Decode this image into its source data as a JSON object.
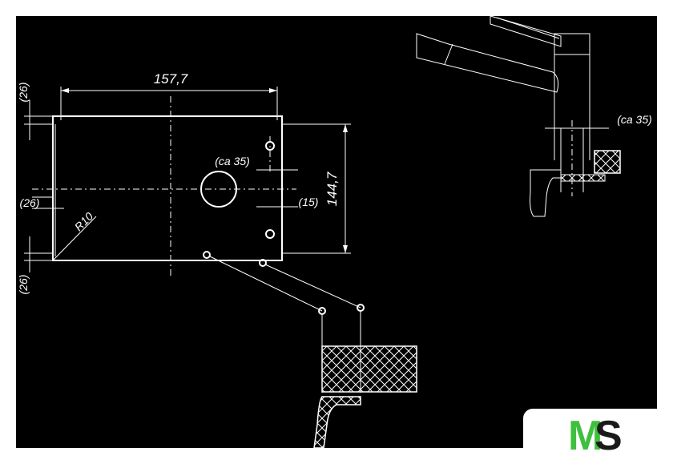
{
  "drawing": {
    "labels": {
      "width": "157,7",
      "height": "144,7",
      "top_margin": "(26)",
      "left_offset": "(26)",
      "bottom_margin": "(26)",
      "hole_offset": "(ca 35)",
      "right_offset": "(15)",
      "radius": "R10",
      "side_offset": "(ca 35)"
    }
  },
  "logo": {
    "m": "M",
    "s": "S",
    "m_color": "#3fbf3f",
    "s_color": "#1a1a1a"
  }
}
